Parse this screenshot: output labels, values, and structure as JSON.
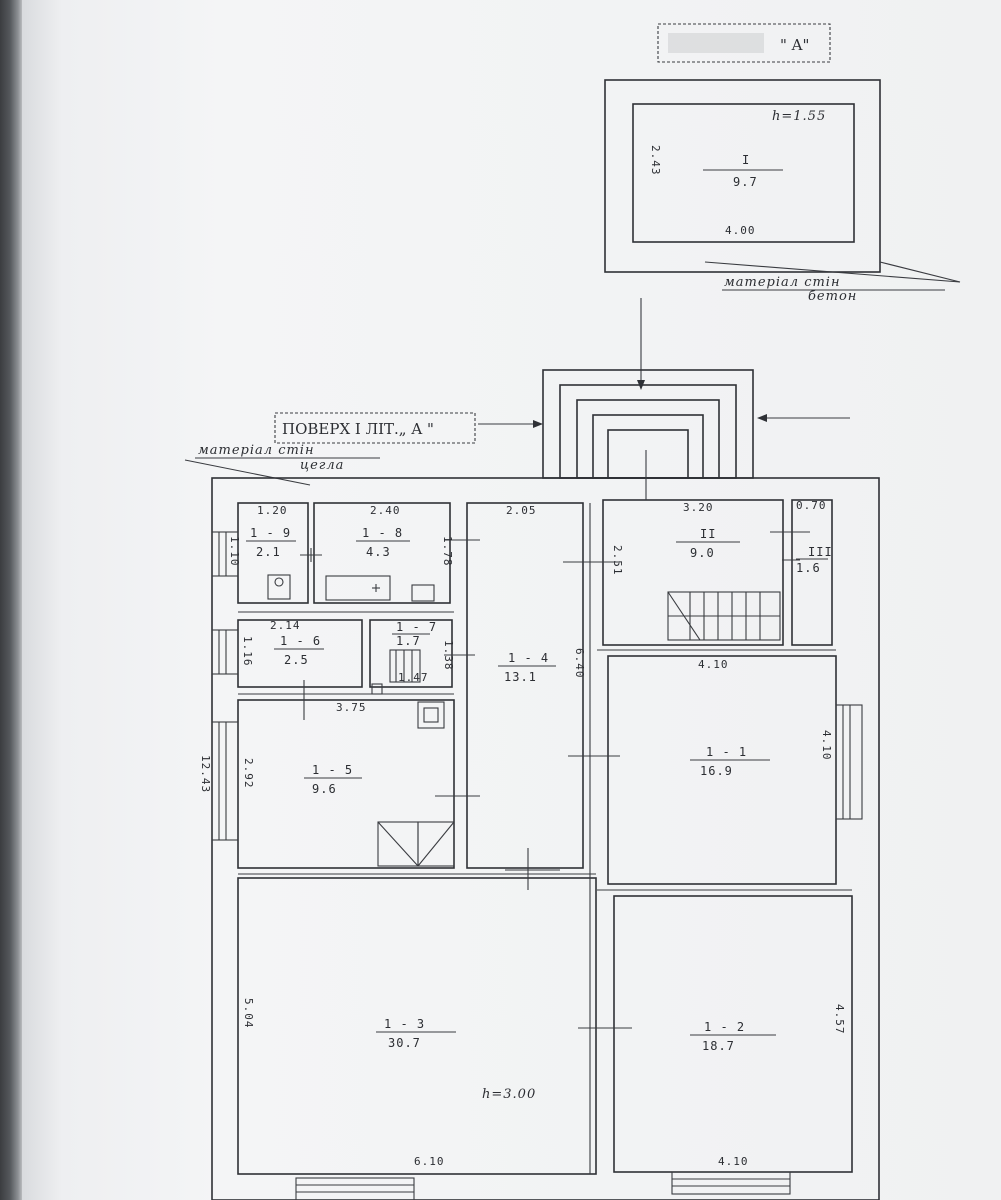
{
  "stamps": {
    "top": "\"  A\"",
    "floor": "ПОВЕРХ I ЛIТ.„  A  \""
  },
  "annotations": {
    "material_outbuilding": "матерiал стiн",
    "material_outbuilding_value": "бетон",
    "material_house": "матерiал стiн",
    "material_house_value": "цегла",
    "height_outbuilding": "h=1.55",
    "height_house": "h=3.00"
  },
  "outbuilding": {
    "room_id": "I",
    "area": "9.7",
    "width": "4.00",
    "depth": "2.43"
  },
  "rooms": {
    "r1_9": {
      "id": "1 - 9",
      "area": "2.1"
    },
    "r1_8": {
      "id": "1 - 8",
      "area": "4.3"
    },
    "r1_6": {
      "id": "1 - 6",
      "area": "2.5"
    },
    "r1_7": {
      "id": "1 - 7",
      "area": "1.7"
    },
    "r1_4": {
      "id": "1 - 4",
      "area": "13.1"
    },
    "r1_5": {
      "id": "1 - 5",
      "area": "9.6"
    },
    "r1_3": {
      "id": "1 - 3",
      "area": "30.7"
    },
    "r1_1": {
      "id": "1 - 1",
      "area": "16.9"
    },
    "r1_2": {
      "id": "1 - 2",
      "area": "18.7"
    },
    "rII": {
      "id": "II",
      "area": "9.0"
    },
    "rIII": {
      "id": "III",
      "area": "1.6"
    }
  },
  "dimensions": {
    "d_1_20": "1.20",
    "d_2_40": "2.40",
    "d_2_05": "2.05",
    "d_3_20": "3.20",
    "d_0_70": "0.70",
    "d_1_78": "1.78",
    "d_2_51": "2.51",
    "d_2_14": "2.14",
    "d_1_16": "1.16",
    "d_1_10": "1.10",
    "d_1_47": "1.47",
    "d_1_38": "1.38",
    "d_6_40": "6.40",
    "d_4_10_a": "4.10",
    "d_3_75": "3.75",
    "d_2_92": "2.92",
    "d_4_10_b": "4.10",
    "d_12_43": "12.43",
    "d_5_04": "5.04",
    "d_4_57": "4.57",
    "d_6_10": "6.10",
    "d_4_10_c": "4.10"
  }
}
